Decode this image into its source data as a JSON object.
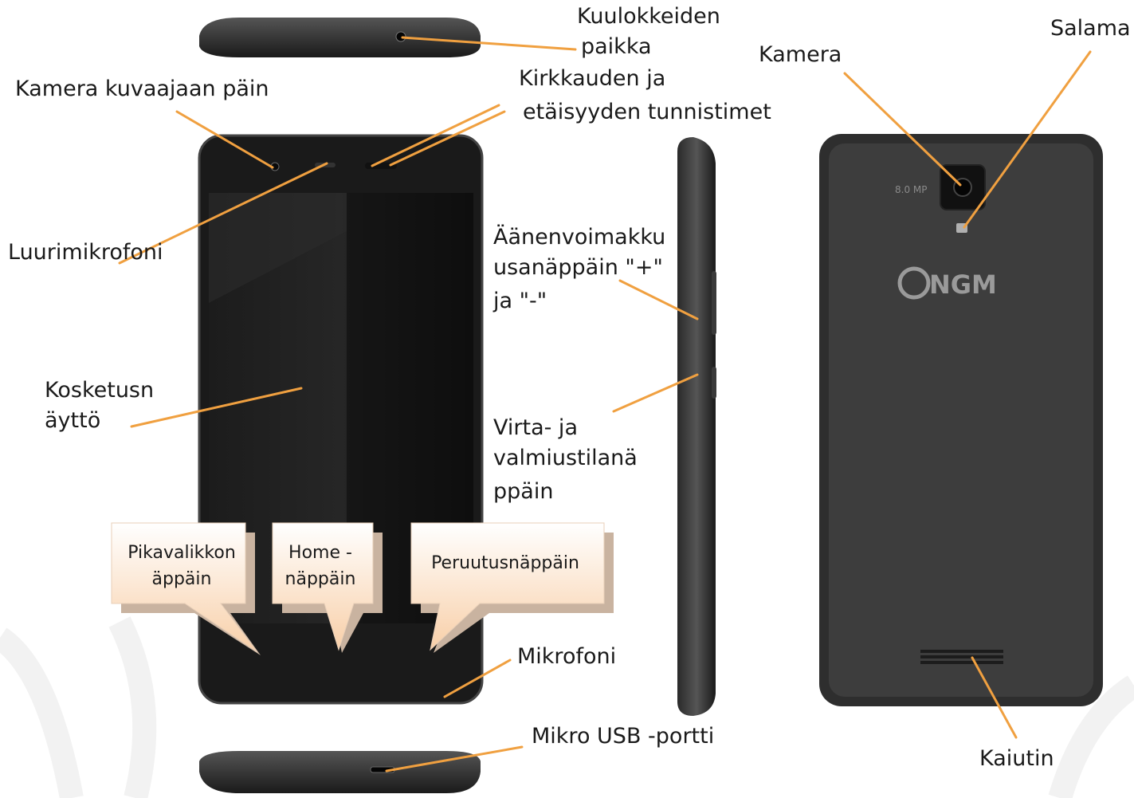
{
  "labels": {
    "headphone_line1": "Kuulokkeiden",
    "headphone_line2": "paikka",
    "front_camera": "Kamera  kuvaajaan päin",
    "sensors_line1": "Kirkkauden ja",
    "sensors_line2": "etäisyyden tunnistimet",
    "earpiece": "Luurimikrofoni",
    "volume_line1": "Äänenvoimakku",
    "volume_line2": "usanäppäin \"+\"",
    "volume_line3": "ja \"-\"",
    "touchscreen_line1": "Kosketusn",
    "touchscreen_line2": "äyttö",
    "power_line1": "Virta- ja",
    "power_line2": "valmiustilanä",
    "power_line3": "ppäin",
    "microphone": "Mikrofoni",
    "usb": "Mikro USB -portti",
    "rear_camera": "Kamera",
    "flash": "Salama",
    "speaker": "Kaiutin"
  },
  "callouts": {
    "menu_line1": "Pikavalikkon",
    "menu_line2": "äppäin",
    "home_line1": "Home -",
    "home_line2": "näppäin",
    "back": "Peruutusnäppäin"
  },
  "device": {
    "brand_logo": "NGM",
    "camera_badge": "8.0 MP"
  },
  "colors": {
    "leader_line": "#f0a040",
    "device_body": "#1e1e1e",
    "back_cover": "#3a3a3a",
    "callout_fill": "#fbe4d0"
  }
}
